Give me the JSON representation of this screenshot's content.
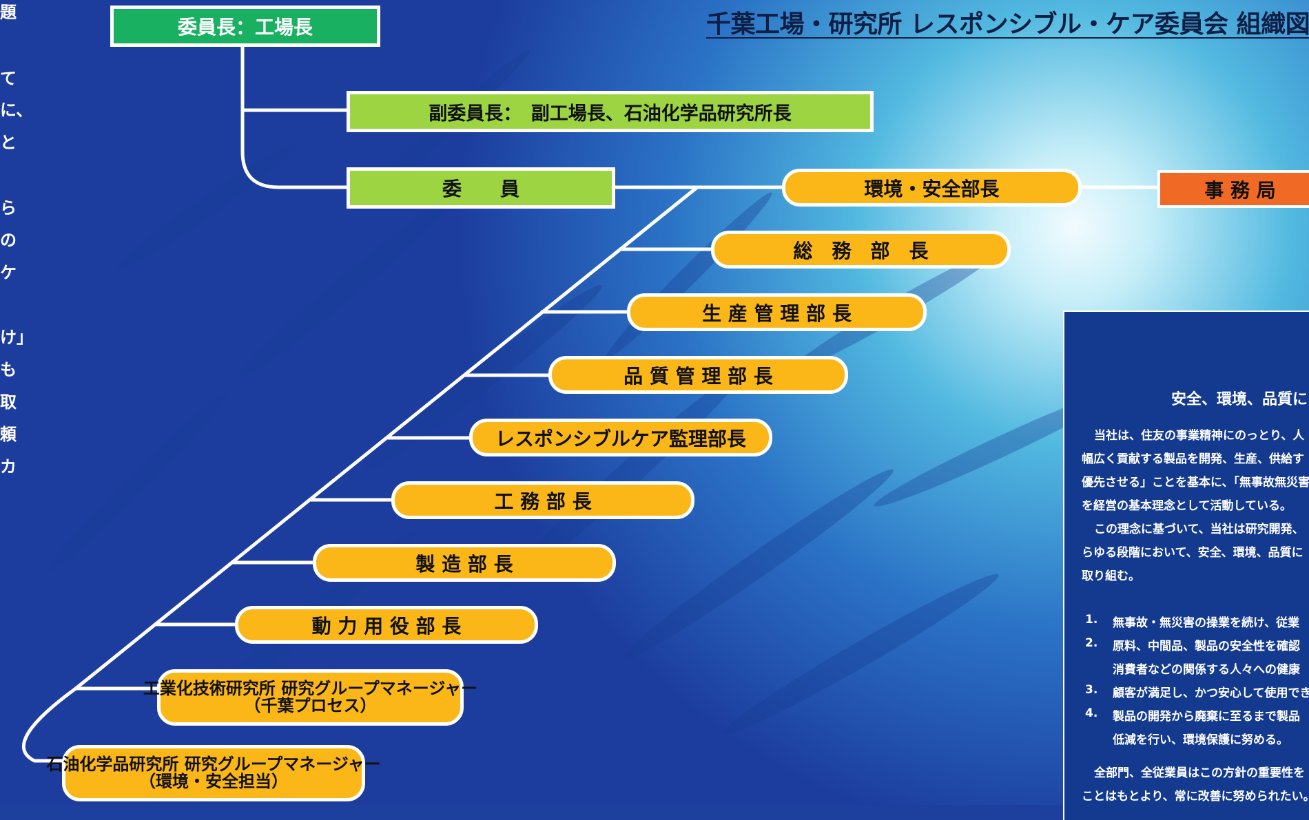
{
  "left_text": [
    "題",
    "て",
    "に、",
    "と",
    "ら",
    "の",
    "ケ",
    "け」",
    "も",
    "取",
    "頼",
    "カ"
  ],
  "title": "千葉工場・研究所 レスポンシブル・ケア委員会 組織図",
  "chairman": "委員長：工場長",
  "vice_chairman": "副委員長：　副工場長、石油化学品研究所長",
  "members": "委　　員",
  "secretariat": "事 務 局",
  "roles": [
    "環境・安全部長",
    "総　務　部　長",
    "生 産 管 理 部 長",
    "品 質 管 理 部 長",
    "レスポンシブルケア監理部長",
    "工 務 部 長",
    "製 造 部 長",
    "動 力 用 役 部 長"
  ],
  "research_group_chiba": [
    "工業化技術研究所 研究グループマネージャー",
    "（千葉プロセス）"
  ],
  "research_group_safety": [
    "石油化学品研究所 研究グループマネージャー",
    "（環境・安全担当）"
  ],
  "policy": {
    "heading": "安全、環境、品質に",
    "lines": [
      "当社は、住友の事業精神にのっとり、人",
      "幅広く貢献する製品を開発、生産、供給す",
      "優先させる」ことを基本に、「無事故無災害",
      "を経営の基本理念として活動している。",
      "この理念に基づいて、当社は研究開発、",
      "らゆる段階において、安全、環境、品質に",
      "取り組む。"
    ],
    "items": [
      {
        "num": "1.",
        "text": "無事故・無災害の操業を続け、従業"
      },
      {
        "num": "2.",
        "text": "原料、中間品、製品の安全性を確認"
      },
      {
        "num": "",
        "text": "消費者などの関係する人々への健康"
      },
      {
        "num": "3.",
        "text": "顧客が満足し、かつ安心して使用でき"
      },
      {
        "num": "4.",
        "text": "製品の開発から廃棄に至るまで製品"
      },
      {
        "num": "",
        "text": "低減を行い、環境保護に努める。"
      }
    ],
    "closing": [
      "全部門、全従業員はこの方針の重要性を",
      "ことはもとより、常に改善に努められたい。"
    ]
  },
  "colors": {
    "chairman_green": "#1ab061",
    "light_green": "#9cd442",
    "amber": "#fbb618",
    "orange": "#f06a26",
    "navy": "#133a8f"
  }
}
